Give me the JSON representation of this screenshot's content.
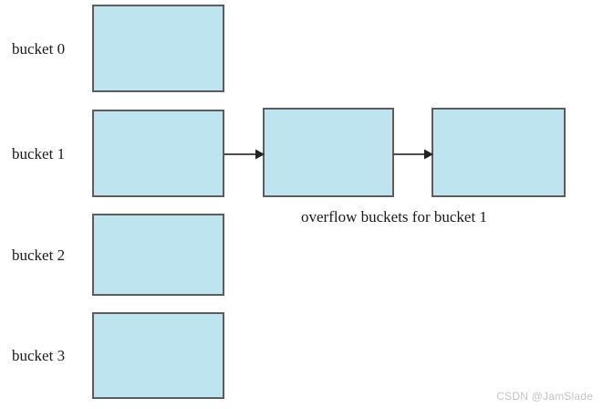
{
  "diagram": {
    "title": "hash table buckets with overflow chain",
    "colors": {
      "box_fill": "#bee4f0",
      "box_border": "#5a5e60",
      "arrow": "#4d4d4d",
      "text": "#1a1a1a",
      "watermark": "#c4c4c4",
      "background": "#ffffff"
    },
    "buckets": [
      {
        "label": "bucket 0"
      },
      {
        "label": "bucket 1"
      },
      {
        "label": "bucket 2"
      },
      {
        "label": "bucket 3"
      }
    ],
    "overflow": {
      "caption": "overflow buckets for bucket 1",
      "boxes": [
        {
          "name": "overflow-bucket-1"
        },
        {
          "name": "overflow-bucket-2"
        }
      ],
      "arrows": [
        {
          "name": "arrow-bucket1-to-overflow1"
        },
        {
          "name": "arrow-overflow1-to-overflow2"
        }
      ]
    }
  },
  "watermark": {
    "text": "CSDN @JamSlade"
  }
}
